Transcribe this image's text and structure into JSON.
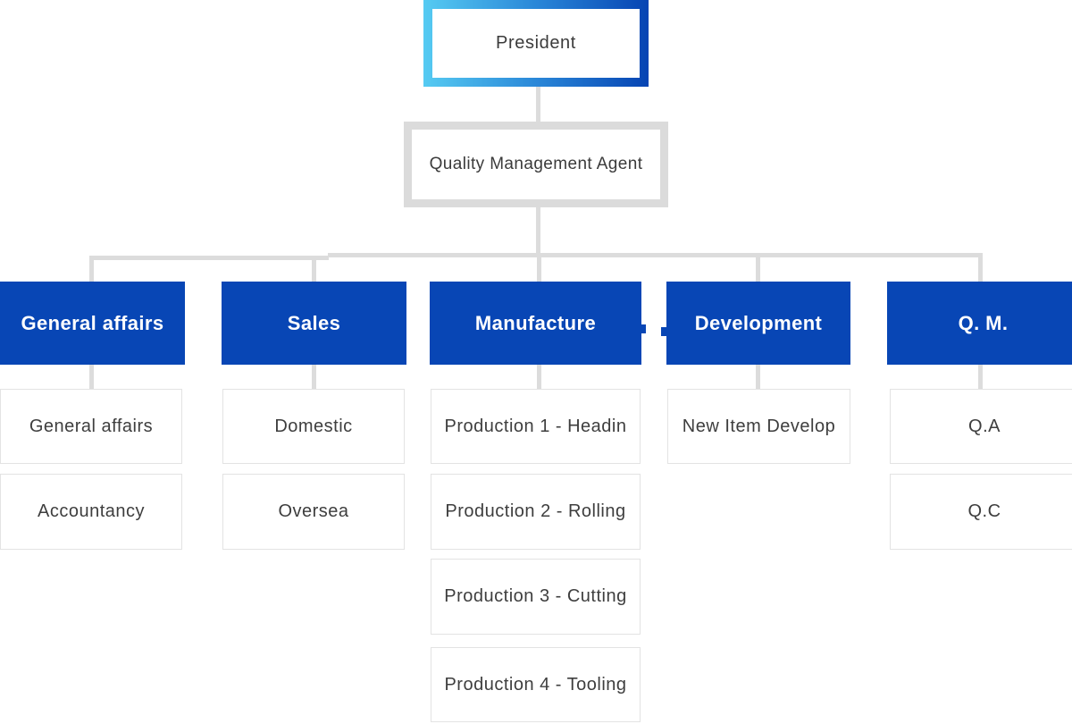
{
  "root": {
    "label": "President"
  },
  "manager": {
    "label": "Quality Management Agent"
  },
  "departments": [
    {
      "label": "General affairs",
      "children": [
        "General affairs",
        "Accountancy"
      ]
    },
    {
      "label": "Sales",
      "children": [
        "Domestic",
        "Oversea"
      ]
    },
    {
      "label": "Manufacture",
      "children": [
        "Production 1 - Headin",
        "Production 2 - Rolling",
        "Production 3 - Cutting",
        "Production 4 - Tooling"
      ]
    },
    {
      "label": "Development",
      "children": [
        "New Item Develop"
      ]
    },
    {
      "label": "Q. M.",
      "children": [
        "Q.A",
        "Q.C"
      ]
    }
  ],
  "colors": {
    "department_blue": "#0846B5",
    "gradient_start": "#56CBF2",
    "gradient_end": "#0644B3",
    "connector_gray": "#DCDCDC",
    "sub_box_border": "#E3E3E3",
    "text_dark": "#3B3B3B",
    "text_white": "#FFFFFF"
  }
}
